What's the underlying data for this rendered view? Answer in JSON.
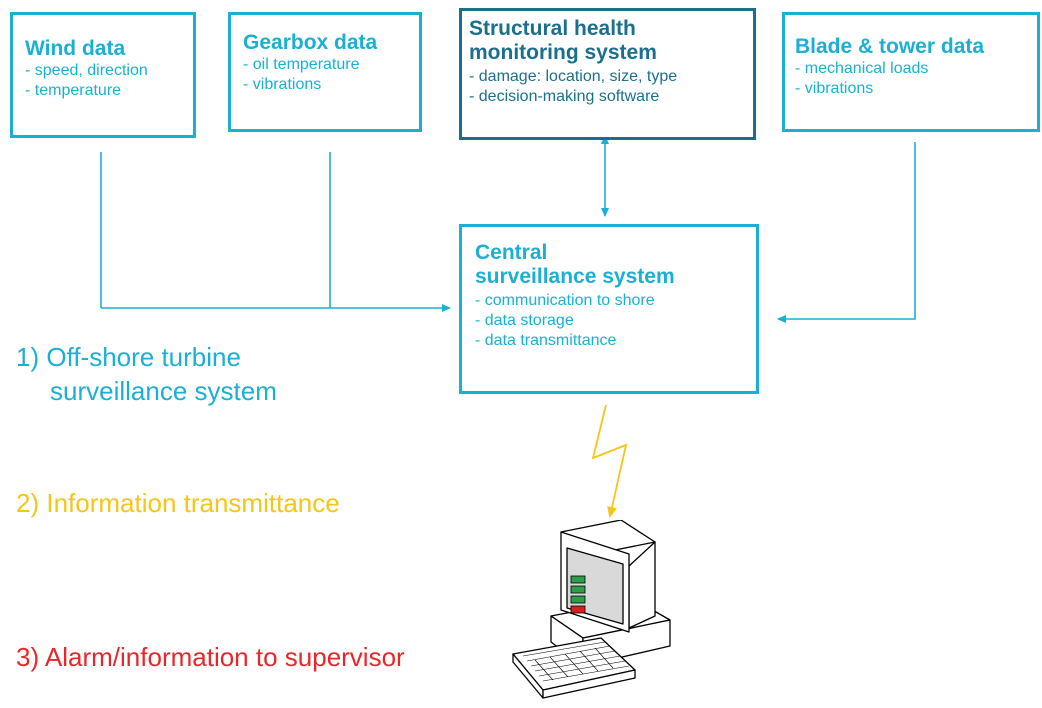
{
  "boxes": {
    "wind": {
      "title": "Wind data",
      "items": [
        "- speed, direction",
        "- temperature"
      ]
    },
    "gearbox": {
      "title": "Gearbox data",
      "items": [
        "- oil temperature",
        "- vibrations"
      ]
    },
    "shm": {
      "title_line1": "Structural health",
      "title_line2": "monitoring system",
      "items": [
        "- damage: location, size, type",
        "- decision-making software"
      ]
    },
    "blade": {
      "title": "Blade & tower data",
      "items": [
        "- mechanical loads",
        "- vibrations"
      ]
    },
    "central": {
      "title_line1": "Central",
      "title_line2": "surveillance system",
      "items": [
        "- communication to shore",
        "- data storage",
        "- data transmittance"
      ]
    }
  },
  "labels": {
    "step1_line1": "1) Off-shore turbine",
    "step1_line2": "surveillance system",
    "step2": "2) Information transmittance",
    "step3": "3) Alarm/information to supervisor"
  },
  "colors": {
    "cyan": "#1ab0d4",
    "dark_teal": "#1b6f8c",
    "yellow": "#f5c518",
    "red": "#e8262b",
    "screen_green": "#2e9e4a",
    "screen_red": "#d62020"
  },
  "icons": {
    "computer": "computer-terminal-icon",
    "transmission": "lightning-bolt-icon"
  }
}
